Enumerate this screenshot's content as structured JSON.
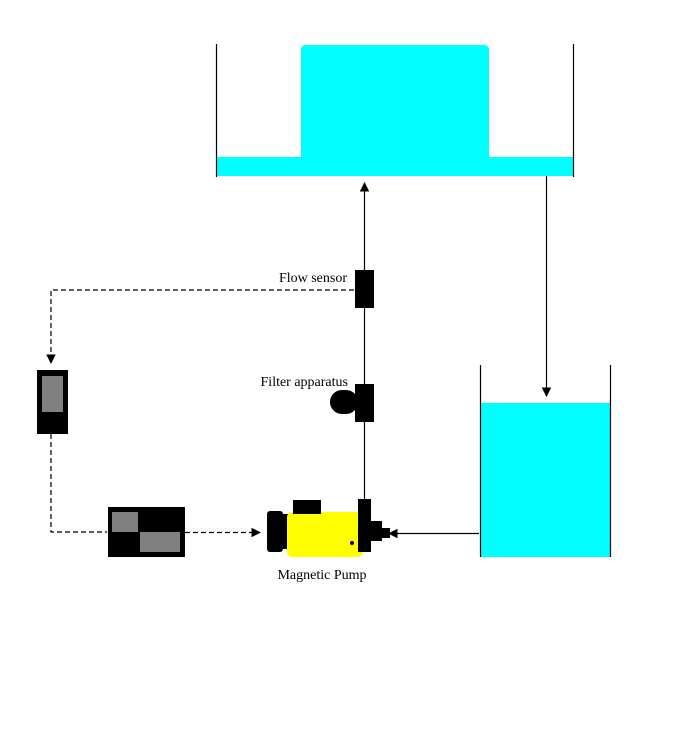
{
  "labels": {
    "flow_sensor": "Flow sensor",
    "filter_apparatus": "Filter apparatus",
    "magnetic_pump": "Magnetic Pump"
  },
  "colors": {
    "water": "#00ffff",
    "pump_body": "#ffff00",
    "device": "#000000",
    "screen": "#808080",
    "line": "#000000"
  },
  "icons": {
    "pump": "magnetic-pump-icon",
    "filter": "filter-apparatus-icon",
    "sensor": "flow-sensor-icon",
    "display": "display-unit-icon",
    "controller": "controller-unit-icon"
  }
}
